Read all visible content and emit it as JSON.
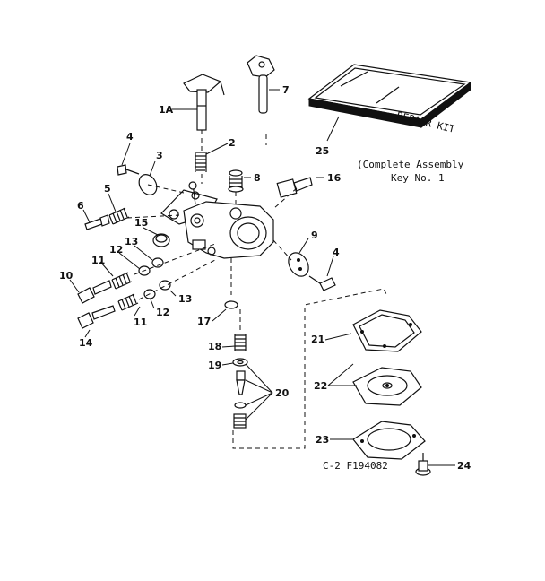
{
  "diagram": {
    "caption_line1": "(Complete Assembly",
    "caption_line2": "Key No. 1",
    "repair_kit_label": "REPAIR KIT",
    "figure_code": "C-2 F194082",
    "callouts": {
      "c1A": "1A",
      "c2": "2",
      "c3": "3",
      "c4a": "4",
      "c4b": "4",
      "c5": "5",
      "c6": "6",
      "c7": "7",
      "c8": "8",
      "c9": "9",
      "c10": "10",
      "c11a": "11",
      "c11b": "11",
      "c12a": "12",
      "c12b": "12",
      "c13a": "13",
      "c13b": "13",
      "c14": "14",
      "c15": "15",
      "c16": "16",
      "c17": "17",
      "c18": "18",
      "c19": "19",
      "c20": "20",
      "c21": "21",
      "c22": "22",
      "c23": "23",
      "c24": "24",
      "c25": "25"
    }
  }
}
